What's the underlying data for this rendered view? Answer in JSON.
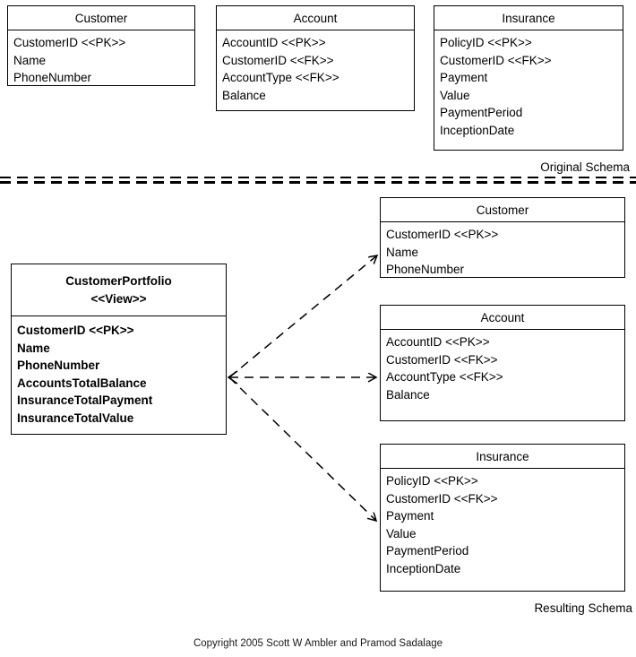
{
  "labels": {
    "original_schema": "Original Schema",
    "resulting_schema": "Resulting Schema",
    "copyright": "Copyright 2005 Scott W Ambler and Pramod Sadalage"
  },
  "original": {
    "customer": {
      "title": "Customer",
      "rows": [
        "CustomerID <<PK>>",
        "Name",
        "PhoneNumber"
      ]
    },
    "account": {
      "title": "Account",
      "rows": [
        "AccountID <<PK>>",
        "CustomerID <<FK>>",
        "AccountType <<FK>>",
        "Balance"
      ]
    },
    "insurance": {
      "title": "Insurance",
      "rows": [
        "PolicyID <<PK>>",
        "CustomerID <<FK>>",
        "Payment",
        "Value",
        "PaymentPeriod",
        "InceptionDate"
      ]
    }
  },
  "resulting": {
    "view": {
      "title": "CustomerPortfolio",
      "stereotype": "<<View>>",
      "rows": [
        "CustomerID <<PK>>",
        "Name",
        "PhoneNumber",
        "AccountsTotalBalance",
        "InsuranceTotalPayment",
        "InsuranceTotalValue"
      ]
    },
    "customer": {
      "title": "Customer",
      "rows": [
        "CustomerID <<PK>>",
        "Name",
        "PhoneNumber"
      ]
    },
    "account": {
      "title": "Account",
      "rows": [
        "AccountID <<PK>>",
        "CustomerID <<FK>>",
        "AccountType <<FK>>",
        "Balance"
      ]
    },
    "insurance": {
      "title": "Insurance",
      "rows": [
        "PolicyID <<PK>>",
        "CustomerID <<FK>>",
        "Payment",
        "Value",
        "PaymentPeriod",
        "InceptionDate"
      ]
    }
  },
  "style": {
    "line_color": "#000000",
    "background": "#ffffff"
  }
}
